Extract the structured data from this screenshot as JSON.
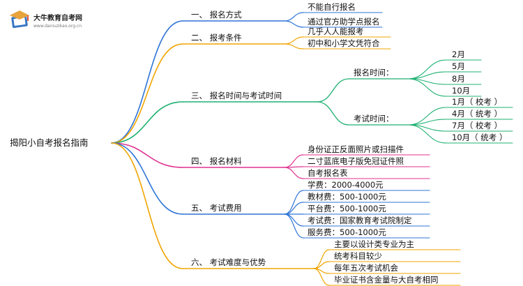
{
  "logo": {
    "title": "大牛教育自考网",
    "subtitle": "www.daniuzikao.org.cn",
    "colors": {
      "cap": "#e8a33b",
      "book": "#3a78c3",
      "accent": "#e0553e"
    }
  },
  "root": {
    "label": "揭阳小自考报名指南"
  },
  "branches": [
    {
      "label": "一、 报名方式",
      "color": "#2e74d6",
      "children": [
        {
          "label": "不能自行报名"
        },
        {
          "label": "通过官方助学点报名"
        }
      ]
    },
    {
      "label": "二、 报考条件",
      "color": "#f0a500",
      "children": [
        {
          "label": "几乎人人能报考"
        },
        {
          "label": "初中和小学文凭符合"
        }
      ]
    },
    {
      "label": "三、 报名时间与考试时间",
      "color": "#1cb070",
      "children": [
        {
          "label": "报名时间：",
          "children": [
            {
              "label": "2月"
            },
            {
              "label": "5月"
            },
            {
              "label": "8月"
            },
            {
              "label": "10月"
            }
          ]
        },
        {
          "label": "考试时间：",
          "children": [
            {
              "label": "1月（ 校考 ）"
            },
            {
              "label": "4月（ 统考 ）"
            },
            {
              "label": "7月（ 校考 ）"
            },
            {
              "label": "10月（ 统考 ）"
            }
          ]
        }
      ]
    },
    {
      "label": "四、 报名材料",
      "color": "#e0318f",
      "children": [
        {
          "label": "身份证正反面照片或扫描件"
        },
        {
          "label": "二寸蓝底电子版免冠证件照"
        },
        {
          "label": "自考报名表"
        }
      ]
    },
    {
      "label": "五、 考试费用",
      "color": "#2e74d6",
      "children": [
        {
          "label": "学费：2000-4000元"
        },
        {
          "label": "教材费：500-1000元"
        },
        {
          "label": "平台费：500-1000元"
        },
        {
          "label": "考试费：国家教育考试院制定"
        },
        {
          "label": "服务费：500-1000元"
        }
      ]
    },
    {
      "label": "六、 考试难度与优势",
      "color": "#f0a500",
      "children": [
        {
          "label": "主要以设计类专业为主"
        },
        {
          "label": "统考科目较少"
        },
        {
          "label": "每年五次考试机会"
        },
        {
          "label": "毕业证书含金量与大自考相同"
        }
      ]
    }
  ]
}
